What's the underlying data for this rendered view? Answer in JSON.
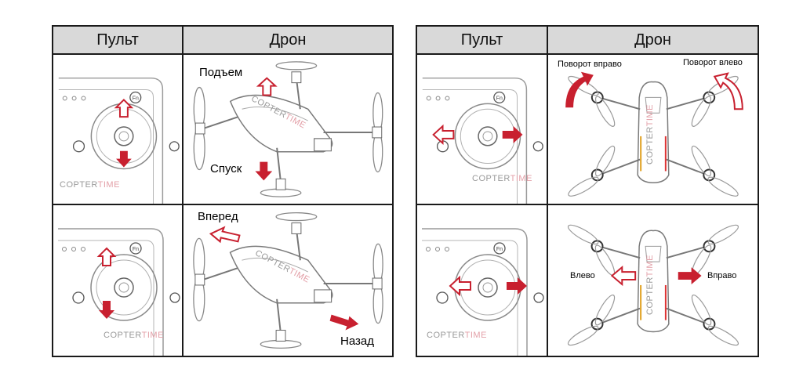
{
  "colors": {
    "accent": "#c8202f",
    "line": "#1a1a1a",
    "header": "#d9d9d9",
    "sketch": "#8a8a8a"
  },
  "left_panel": {
    "header_remote": "Пульт",
    "header_drone": "Дрон",
    "up_label": "Подъем",
    "down_label": "Спуск",
    "forward_label": "Вперед",
    "back_label": "Назад"
  },
  "right_panel": {
    "header_remote": "Пульт",
    "header_drone": "Дрон",
    "rotate_right_label": "Поворот вправо",
    "rotate_left_label": "Поворот влево",
    "left_label": "Влево",
    "right_label": "Вправо"
  },
  "watermark": {
    "part1": "COPTER",
    "part2": "TIME"
  },
  "remote_button_label": "Fn"
}
